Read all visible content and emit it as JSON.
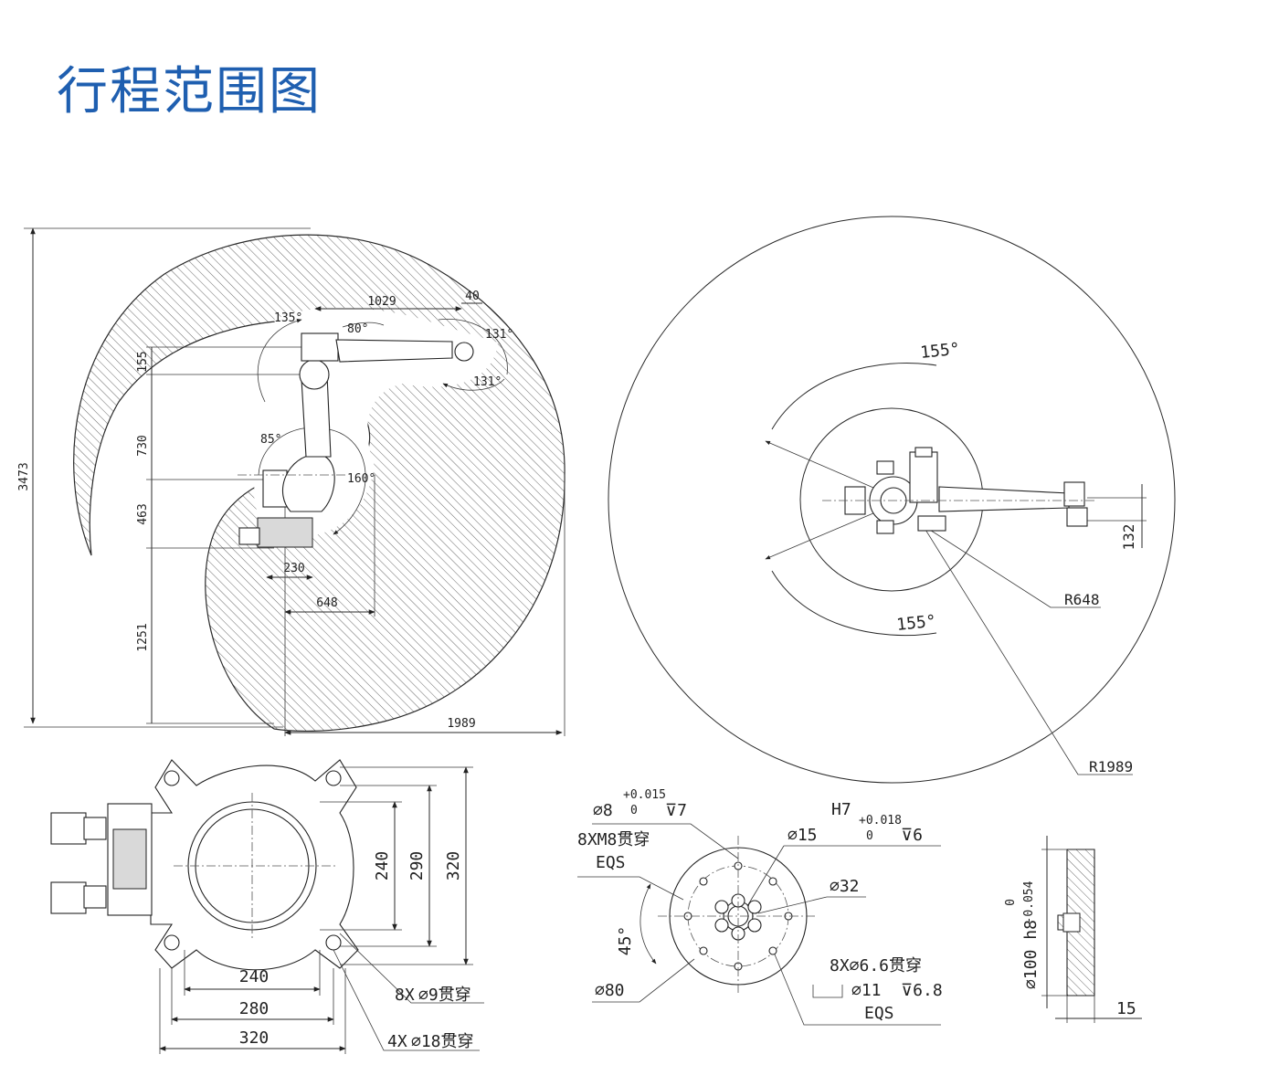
{
  "title": "行程范围图",
  "side_view": {
    "dims": {
      "total_height": "3473",
      "h155": "155",
      "h730": "730",
      "h463": "463",
      "h1251": "1251",
      "top_1029": "1029",
      "top_40": "40",
      "w230": "230",
      "w648": "648",
      "reach_1989": "1989"
    },
    "angles": {
      "a135": "135°",
      "a80": "80°",
      "a131_top": "131°",
      "a131_bottom": "131°",
      "a85": "85°",
      "a160": "160°"
    }
  },
  "top_view": {
    "angle_top": "155°",
    "angle_bottom": "155°",
    "dim_132": "132",
    "radius_inner": "R648",
    "radius_outer": "R1989"
  },
  "base_view": {
    "d240": "240",
    "d290": "290",
    "d320": "320",
    "w240": "240",
    "w280": "280",
    "w320": "320",
    "holes_small": "8X",
    "holes_small_size": "∅9贯穿",
    "holes_large": "4X",
    "holes_large_size": "∅18贯穿"
  },
  "flange_view": {
    "pin_dia": "∅8",
    "pin_tol_upper": "+0.015",
    "pin_tol_lower": "0",
    "pin_depth": "⊽7",
    "thread_holes": "8XM8贯穿",
    "thread_eqs": "EQS",
    "fit_class": "H7",
    "bore_dia": "∅15",
    "bore_tol_upper": "+0.018",
    "bore_tol_lower": "0",
    "bore_depth": "⊽6",
    "pcd32": "∅32",
    "angle45": "45°",
    "outer80": "∅80",
    "cb_holes": "8X∅6.6贯穿",
    "cb_dia": "∅11",
    "cb_depth": "⊽6.8",
    "cb_eqs": "EQS"
  },
  "section_view": {
    "tol_upper": "0",
    "tol_lower": "-0.054",
    "shaft": "∅100 h8",
    "thickness": "15"
  }
}
